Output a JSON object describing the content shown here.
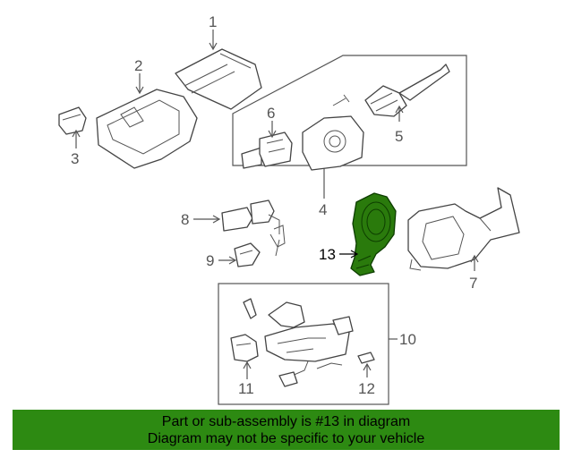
{
  "callouts": {
    "c1": "1",
    "c2": "2",
    "c3": "3",
    "c4": "4",
    "c5": "5",
    "c6": "6",
    "c7": "7",
    "c8": "8",
    "c9": "9",
    "c10": "10",
    "c11": "11",
    "c12": "12",
    "c13": "13"
  },
  "highlight_color": "#2d8a12",
  "banner": {
    "line1": "Part or sub-assembly is #13 in diagram",
    "line2": "Diagram may not be specific to your vehicle"
  }
}
